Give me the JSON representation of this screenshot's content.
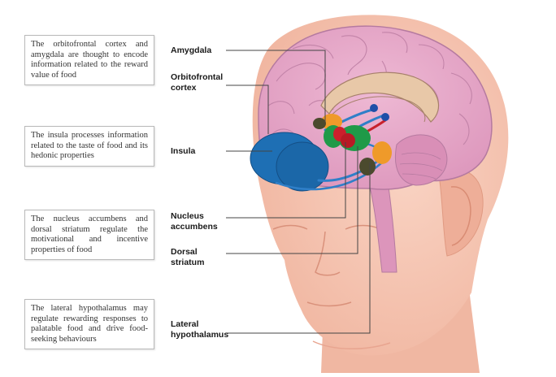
{
  "boxes": {
    "orbitofrontal_amygdala": "The orbitofrontal cortex and amygdala are thought to encode information related to the reward value of food",
    "insula": "The insula processes information related to the taste of food and its hedonic properties",
    "striatum": "The nucleus accumbens and dorsal striatum regulate the motivational and incentive properties of food",
    "hypothalamus": "The lateral hypothalamus may regulate rewarding responses to palatable food and drive food-seeking behaviours"
  },
  "labels": {
    "amygdala": "Amygdala",
    "orbitofrontal_line1": "Orbitofrontal",
    "orbitofrontal_line2": "cortex",
    "insula": "Insula",
    "nucleus_line1": "Nucleus",
    "nucleus_line2": "accumbens",
    "dorsal_line1": "Dorsal",
    "dorsal_line2": "striatum",
    "lateral_line1": "Lateral",
    "lateral_line2": "hypothalamus"
  },
  "colors": {
    "skin": "#f6c4b2",
    "skin_shadow": "#eaa895",
    "brain": "#e6a9c8",
    "brain_outline": "#b57aa0",
    "insula": "#1e6fb4",
    "accumbens": "#cc1f2c",
    "striatum": "#1f9a48",
    "amygdala": "#4b4a2e",
    "hypothalamus": "#ef9a2a",
    "pathway": "#2f7fc8",
    "pathway_red": "#c8222c",
    "leader_line": "#444444"
  }
}
